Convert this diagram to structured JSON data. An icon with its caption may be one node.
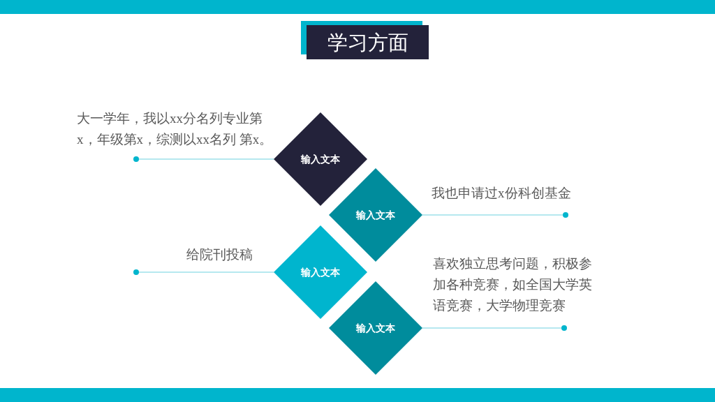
{
  "diagram": {
    "title": "学习方面",
    "nodes": [
      {
        "text": [],
        "shape": "circle"
      },
      {
        "text": [
          "输入文本"
        ]
      },
      {
        "text": [
          "输入文本"
        ]
      },
      {
        "text": [],
        "shape": "circle"
      },
      {
        "text": [],
        "shape": "circle"
      },
      {
        "text": [
          "输入文本"
        ]
      },
      {
        "text": [],
        "shape": "circle"
      },
      {
        "text": [
          "输入文本"
        ]
      }
    ],
    "edges": [
      {
        "from": 0,
        "to": 1,
        "arrow": "none"
      },
      {
        "from": 3,
        "to": 2,
        "arrow": "none"
      },
      {
        "from": 4,
        "to": 5,
        "arrow": "none"
      },
      {
        "from": 6,
        "to": 7,
        "arrow": "none"
      }
    ],
    "labels": [
      "大一学年，我以xx分名列专业第x，年级第x，综测以xx名列 第x。",
      "我也申请过x份科创基金",
      "给院刊投稿",
      "喜欢独立思考问题，积极参加各种竞赛，如全国大学英语竞赛，大学物理竞赛"
    ]
  }
}
